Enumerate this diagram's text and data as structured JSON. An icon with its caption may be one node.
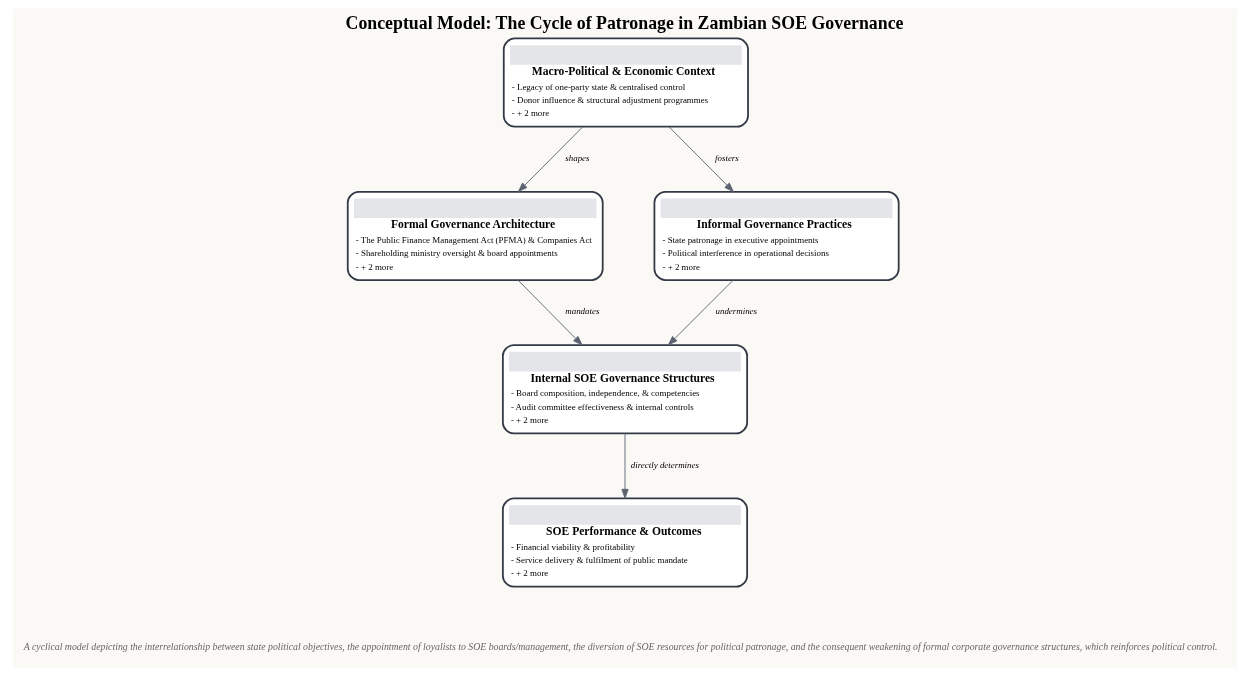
{
  "diagram": {
    "title": "Conceptual Model: The Cycle of Patronage in Zambian SOE Governance",
    "caption": "A cyclical model depicting the interrelationship between state political objectives, the appointment of loyalists to SOE boards/management, the diversion of SOE resources for political patronage, and the consequent weakening of formal corporate governance structures, which reinforces political control.",
    "nodes": [
      {
        "text": [
          "Macro-Political & Economic Context",
          "- Legacy of one-party state & centralised control",
          "- Donor influence & structural adjustment programmes",
          "- + 2 more"
        ]
      },
      {
        "text": [
          "Formal Governance Architecture",
          "- The Public Finance Management Act (PFMA) & Companies Act",
          "- Shareholding ministry oversight & board appointments",
          "- + 2 more"
        ]
      },
      {
        "text": [
          "Informal Governance Practices",
          "- State patronage in executive appointments",
          "- Political interference in operational decisions",
          "- + 2 more"
        ]
      },
      {
        "text": [
          "Internal SOE Governance Structures",
          "- Board composition, independence, & competencies",
          "- Audit committee effectiveness & internal controls",
          "- + 2 more"
        ]
      },
      {
        "text": [
          "SOE Performance & Outcomes",
          "- Financial viability & profitability",
          "- Service delivery & fulfilment of public mandate",
          "- + 2 more"
        ]
      }
    ],
    "edges": [
      {
        "from": 0,
        "to": 1,
        "arrow": "to",
        "label": "shapes"
      },
      {
        "from": 0,
        "to": 2,
        "arrow": "to",
        "label": "fosters"
      },
      {
        "from": 1,
        "to": 3,
        "arrow": "to",
        "label": "mandates"
      },
      {
        "from": 2,
        "to": 3,
        "arrow": "to",
        "label": "undermines"
      },
      {
        "from": 3,
        "to": 4,
        "arrow": "to",
        "label": "directly determines"
      }
    ]
  }
}
